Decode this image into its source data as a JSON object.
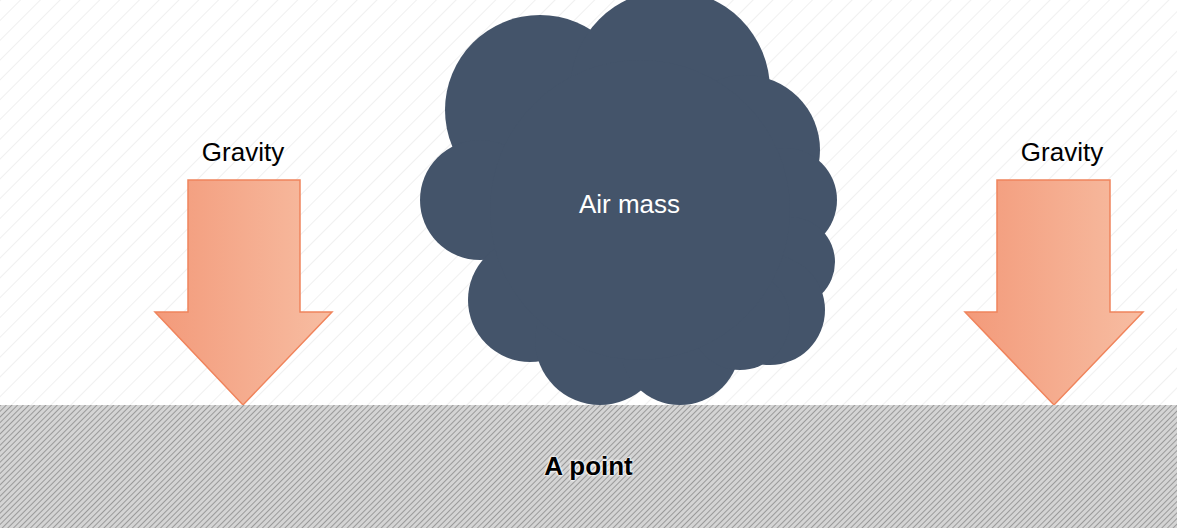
{
  "diagram": {
    "nodes": [
      {
        "text": [
          "Air mass"
        ]
      },
      {
        "text": [
          "A point"
        ]
      }
    ],
    "labels": [
      "Gravity",
      "Gravity"
    ]
  }
}
